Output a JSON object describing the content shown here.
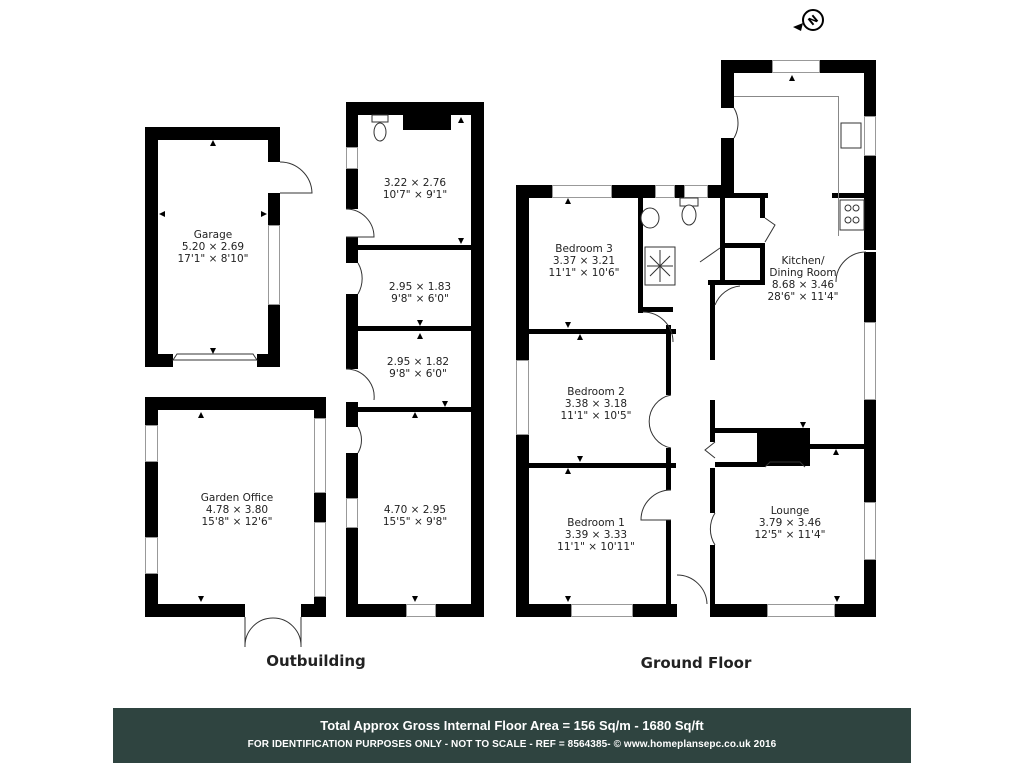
{
  "compass": {
    "label": "N",
    "icon": "north-arrow-icon"
  },
  "outbuilding": {
    "title": "Outbuilding",
    "rooms": [
      {
        "name": "Garage",
        "metric": "5.20 × 2.69",
        "imperial": "17'1\" × 8'10\""
      },
      {
        "name": "",
        "metric": "3.22 × 2.76",
        "imperial": "10'7\" × 9'1\""
      },
      {
        "name": "",
        "metric": "2.95 × 1.83",
        "imperial": "9'8\" × 6'0\""
      },
      {
        "name": "",
        "metric": "2.95 × 1.82",
        "imperial": "9'8\" × 6'0\""
      },
      {
        "name": "Garden Office",
        "metric": "4.78 × 3.80",
        "imperial": "15'8\" × 12'6\""
      },
      {
        "name": "",
        "metric": "4.70 × 2.95",
        "imperial": "15'5\" × 9'8\""
      }
    ]
  },
  "ground_floor": {
    "title": "Ground Floor",
    "rooms": [
      {
        "name": "Bedroom 3",
        "metric": "3.37 × 3.21",
        "imperial": "11'1\" × 10'6\""
      },
      {
        "name": "Bedroom 2",
        "metric": "3.38 × 3.18",
        "imperial": "11'1\" × 10'5\""
      },
      {
        "name": "Bedroom 1",
        "metric": "3.39 × 3.33",
        "imperial": "11'1\" × 10'11\""
      },
      {
        "name": "Kitchen/",
        "name2": "Dining Room",
        "metric": "8.68 × 3.46",
        "imperial": "28'6\" × 11'4\""
      },
      {
        "name": "Lounge",
        "metric": "3.79 × 3.46",
        "imperial": "12'5\" × 11'4\""
      }
    ]
  },
  "footer": {
    "area_line": "Total Approx Gross Internal Floor Area =  156 Sq/m - 1680 Sq/ft",
    "disclaimer_line": "FOR IDENTIFICATION PURPOSES ONLY - NOT TO SCALE - REF = 8564385-   © www.homeplansepc.co.uk 2016",
    "background_color": "#2f4440"
  }
}
